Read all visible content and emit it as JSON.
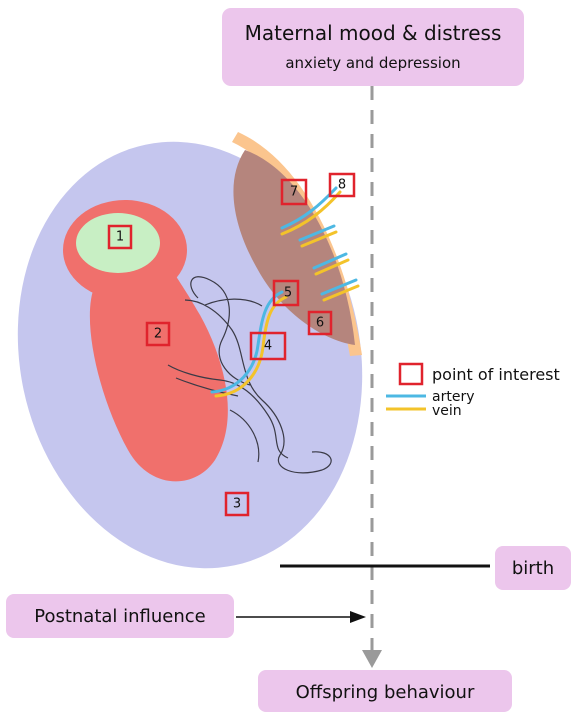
{
  "header": {
    "title": "Maternal mood & distress",
    "subtitle": "anxiety and depression"
  },
  "labels": {
    "birth": "birth",
    "postnatal": "Postnatal influence",
    "outcome": "Offspring behaviour"
  },
  "points": [
    "1",
    "2",
    "3",
    "4",
    "5",
    "6",
    "7",
    "8"
  ],
  "legend": {
    "point_of_interest": "point of interest",
    "artery": "artery",
    "vein": "vein"
  },
  "colors": {
    "label_box": "#ecc6ec",
    "uterus": "#c5c6ee",
    "fetus": "#f0706c",
    "brain": "#c8efc4",
    "placenta": "#b5857d",
    "placenta_rim": "#fbc58e",
    "artery": "#4db8e3",
    "vein": "#f3c32a",
    "marker": "#e0232d",
    "dashed_line": "#9a9a9a"
  }
}
